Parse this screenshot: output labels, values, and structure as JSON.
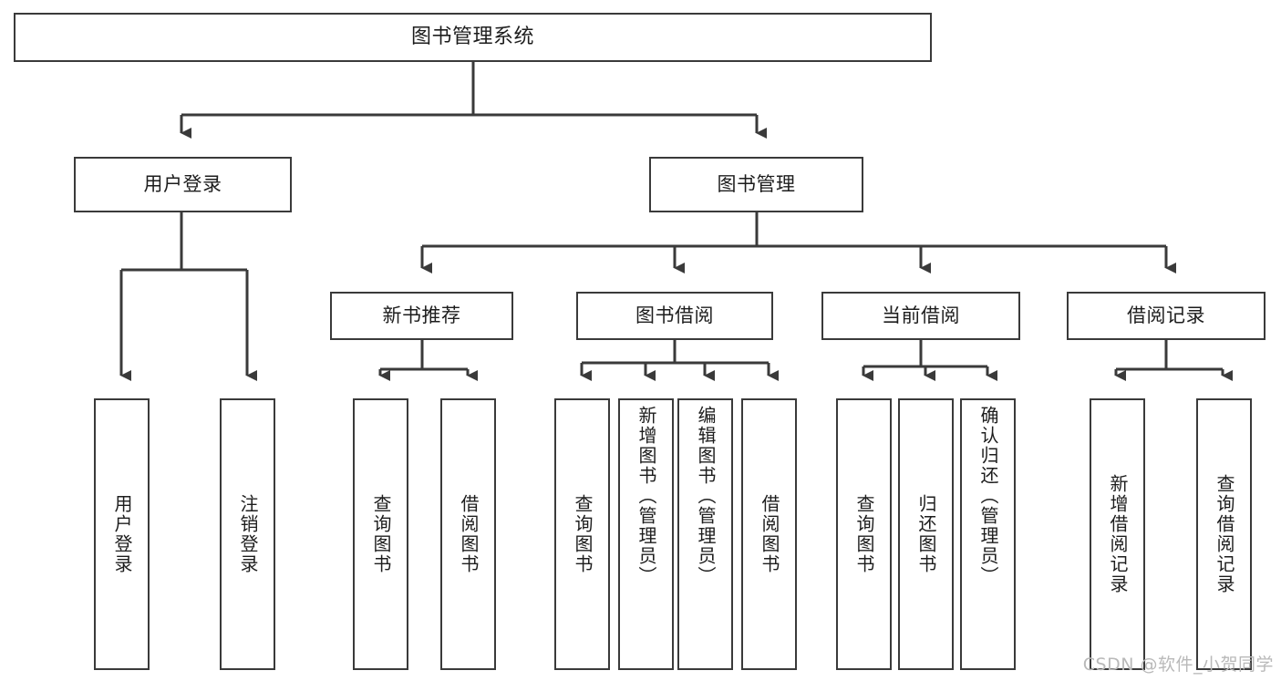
{
  "diagram": {
    "title": "图书管理系统",
    "type": "tree",
    "stroke_color": "#3a3a3a",
    "text_color": "#1d1d1d",
    "background_color": "#ffffff",
    "watermark": "CSDN @软件_小贺同学",
    "root": {
      "label": "图书管理系统"
    },
    "level2": [
      {
        "label": "用户登录"
      },
      {
        "label": "图书管理"
      }
    ],
    "level3": [
      {
        "label": "新书推荐"
      },
      {
        "label": "图书借阅"
      },
      {
        "label": "当前借阅"
      },
      {
        "label": "借阅记录"
      }
    ],
    "leaves": {
      "user_login": [
        {
          "label": "用户登录"
        },
        {
          "label": "注销登录"
        }
      ],
      "new_book_recommend": [
        {
          "label": "查询图书"
        },
        {
          "label": "借阅图书"
        }
      ],
      "book_borrow": [
        {
          "label": "查询图书"
        },
        {
          "label": "新增图书（管理员）"
        },
        {
          "label": "编辑图书（管理员）"
        },
        {
          "label": "借阅图书"
        }
      ],
      "current_borrow": [
        {
          "label": "查询图书"
        },
        {
          "label": "归还图书"
        },
        {
          "label": "确认归还（管理员）"
        }
      ],
      "borrow_record": [
        {
          "label": "新增借阅记录"
        },
        {
          "label": "查询借阅记录"
        }
      ]
    }
  }
}
